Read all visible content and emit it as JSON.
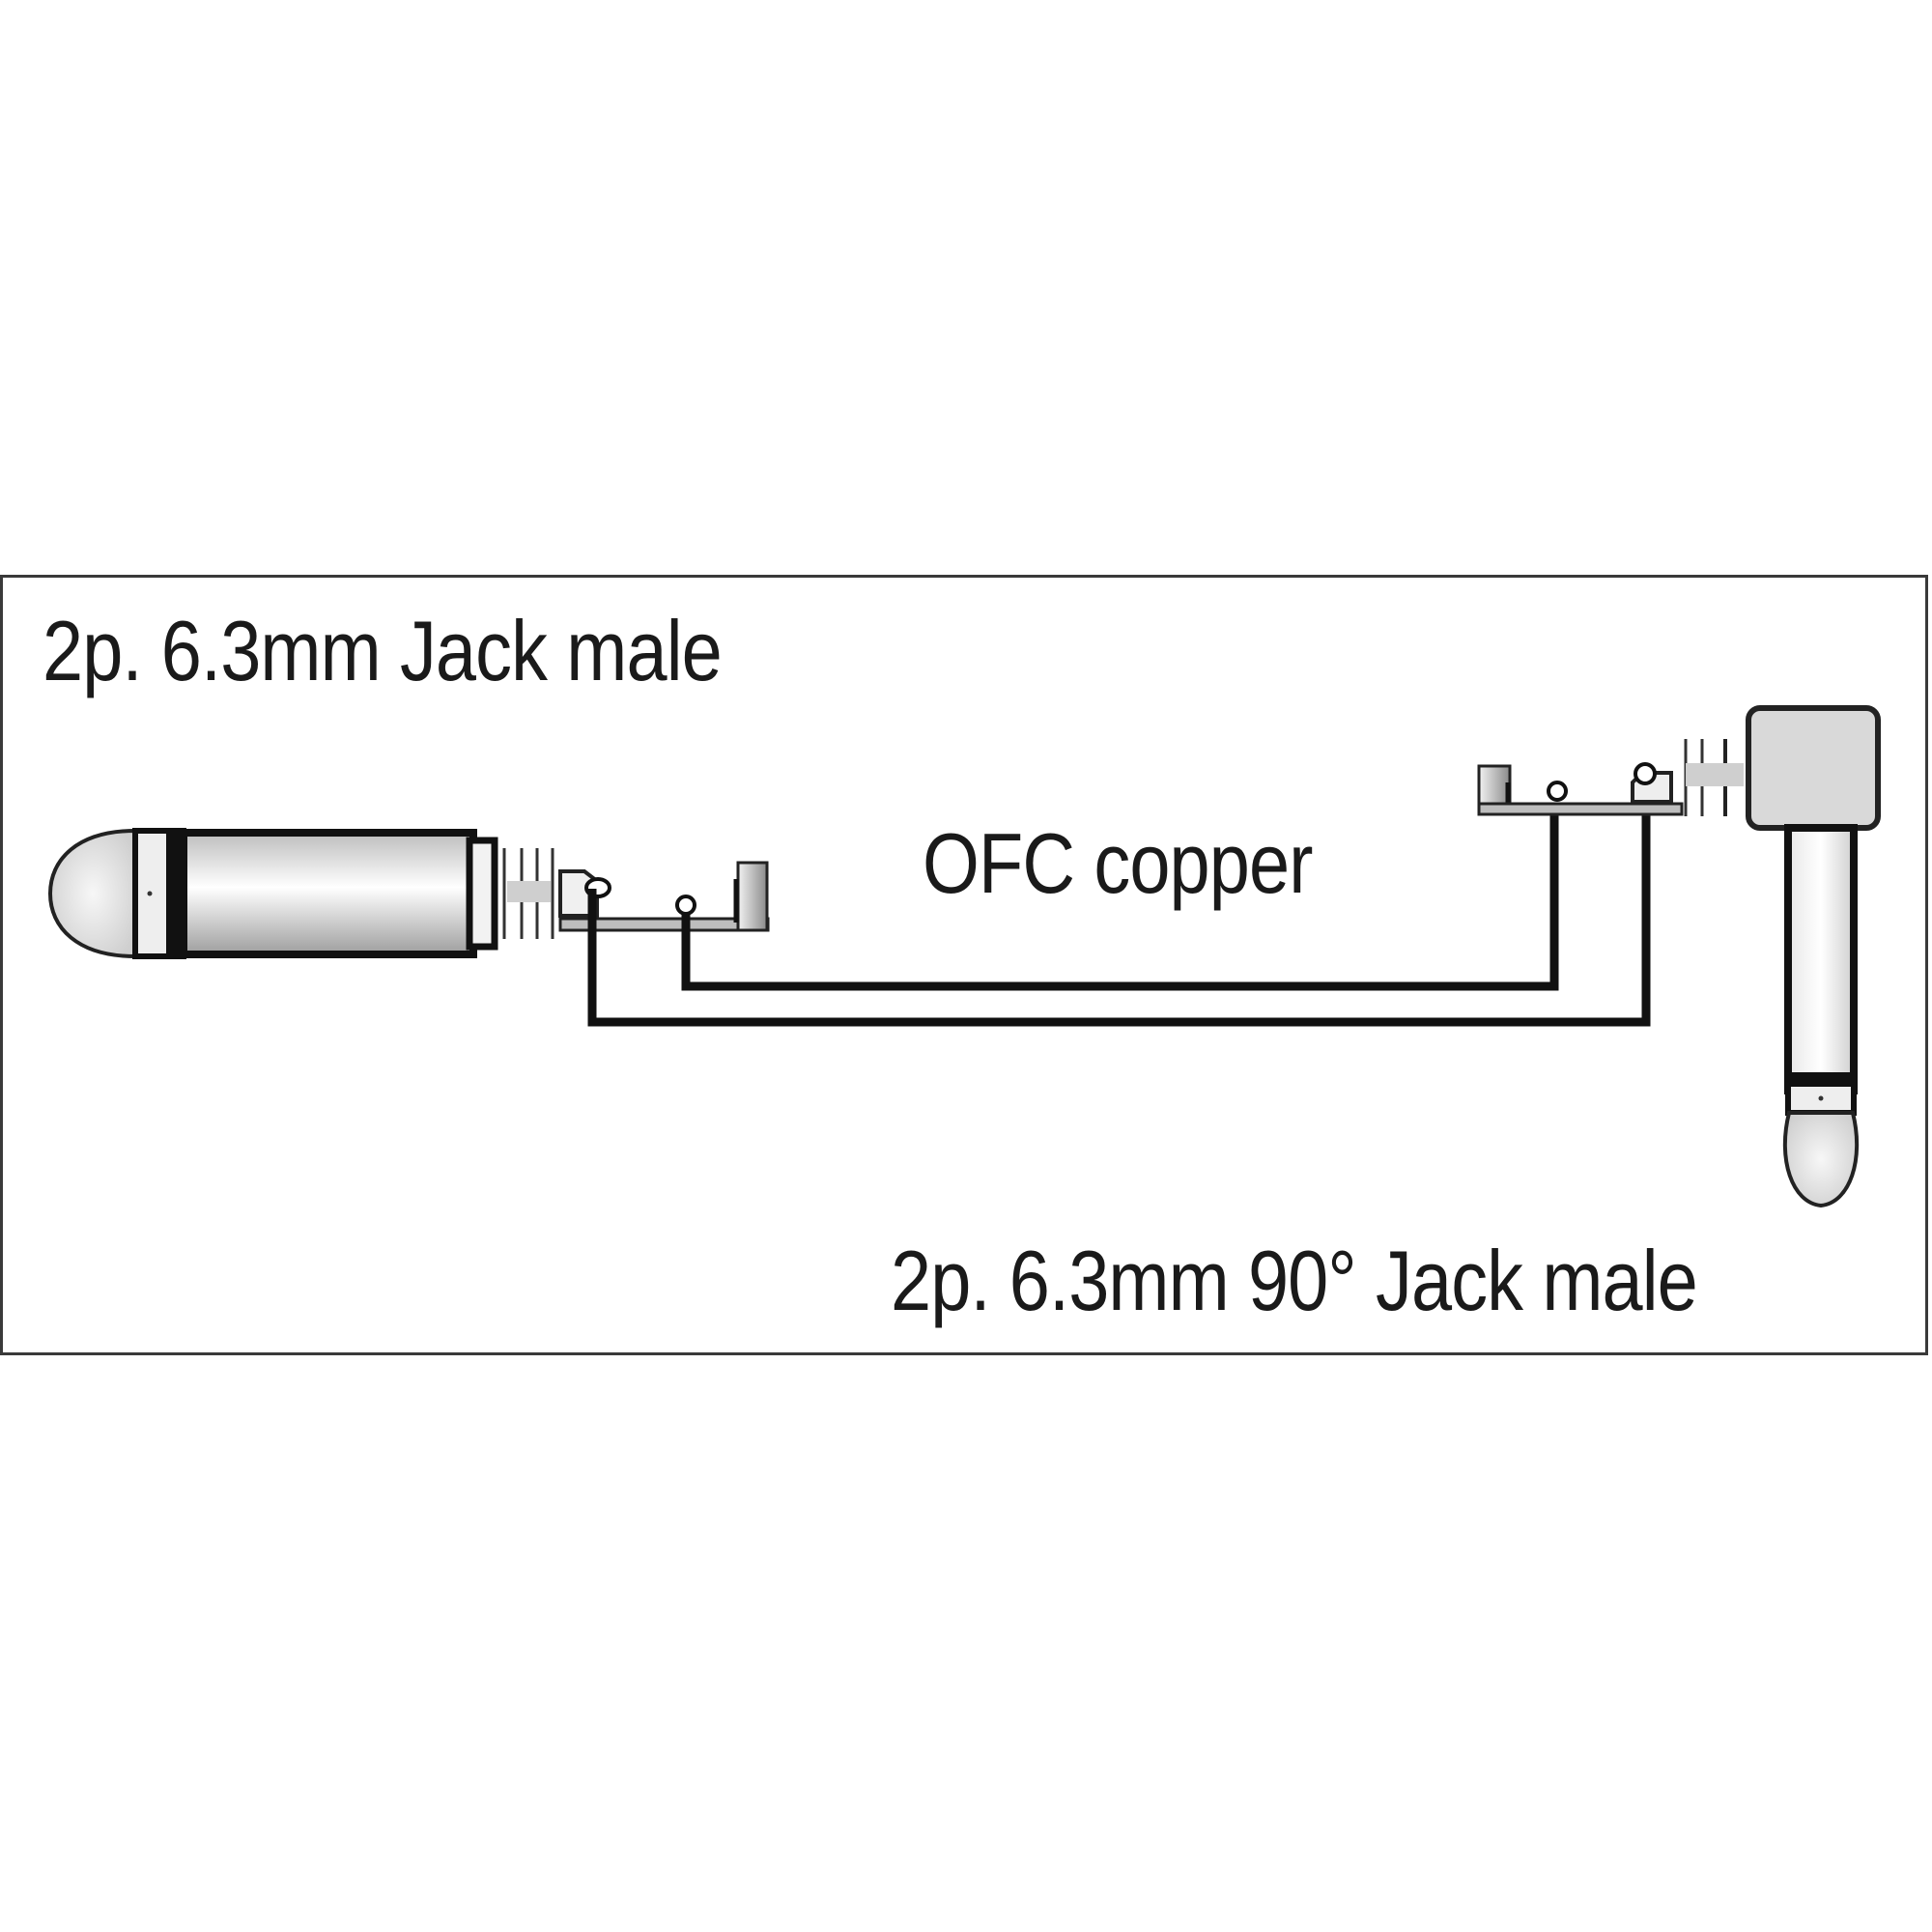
{
  "diagram": {
    "type": "cable wiring diagram",
    "frame": {
      "border_color": "#3a3a3a",
      "background": "#ffffff"
    },
    "labels": {
      "left_connector": "2p. 6.3mm Jack male",
      "cable": "OFC copper",
      "right_connector": "2p. 6.3mm 90° Jack male"
    },
    "connectors": [
      {
        "id": "left",
        "description": "straight 2-pole 6.3mm jack plug",
        "orientation": "horizontal"
      },
      {
        "id": "right",
        "description": "right-angle 2-pole 6.3mm jack plug",
        "orientation": "vertical"
      }
    ],
    "wires": [
      {
        "from": "left.tip",
        "to": "right.tip"
      },
      {
        "from": "left.sleeve",
        "to": "right.sleeve"
      }
    ],
    "colors": {
      "line": "#111111",
      "metal_fill": "#d9d9d9",
      "tip_fill": "#e6e6e6"
    }
  }
}
